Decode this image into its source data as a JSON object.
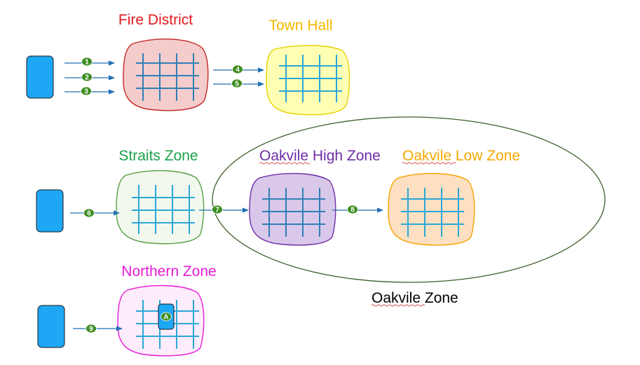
{
  "zones": {
    "fire_district": {
      "label": "Fire District",
      "color": "#e31a1c",
      "fill": "#f4cccc",
      "stroke": "#c62828"
    },
    "town_hall": {
      "label": "Town Hall",
      "color": "#f5b700",
      "fill": "#ffffb3",
      "stroke": "#e6d200"
    },
    "straits_zone": {
      "label": "Straits Zone",
      "color": "#1ba34a",
      "fill": "#f3f8ee",
      "stroke": "#5a9f45"
    },
    "oakvile_high_zone": {
      "label_word": "Oakvile",
      "label_rest": " High Zone",
      "color": "#6f2da8",
      "fill": "#d9c8ea",
      "stroke": "#6f2da8"
    },
    "oakvile_low_zone": {
      "label_word": "Oakvile",
      "label_rest": " Low Zone",
      "color": "#f5a800",
      "fill": "#fde0c2",
      "stroke": "#f5a100"
    },
    "northern_zone": {
      "label": "Northern Zone",
      "color": "#e81ad8",
      "fill": "#fdecfb",
      "stroke": "#e81ad8"
    },
    "oakvile_zone": {
      "label_word": "Oakvile",
      "label_rest": " Zone",
      "color": "#000000",
      "stroke": "#3b5e2b"
    }
  },
  "badges": [
    "1",
    "2",
    "3",
    "4",
    "5",
    "6",
    "7",
    "8",
    "9",
    "A"
  ],
  "colors": {
    "source": "#1ea7f5",
    "source_stroke": "#1a1a1a",
    "arrow": "#1f6fb5",
    "badge": "#3e8e22",
    "grid_blue": "#2aa7d8",
    "grid_dark": "#2f7fb5"
  }
}
